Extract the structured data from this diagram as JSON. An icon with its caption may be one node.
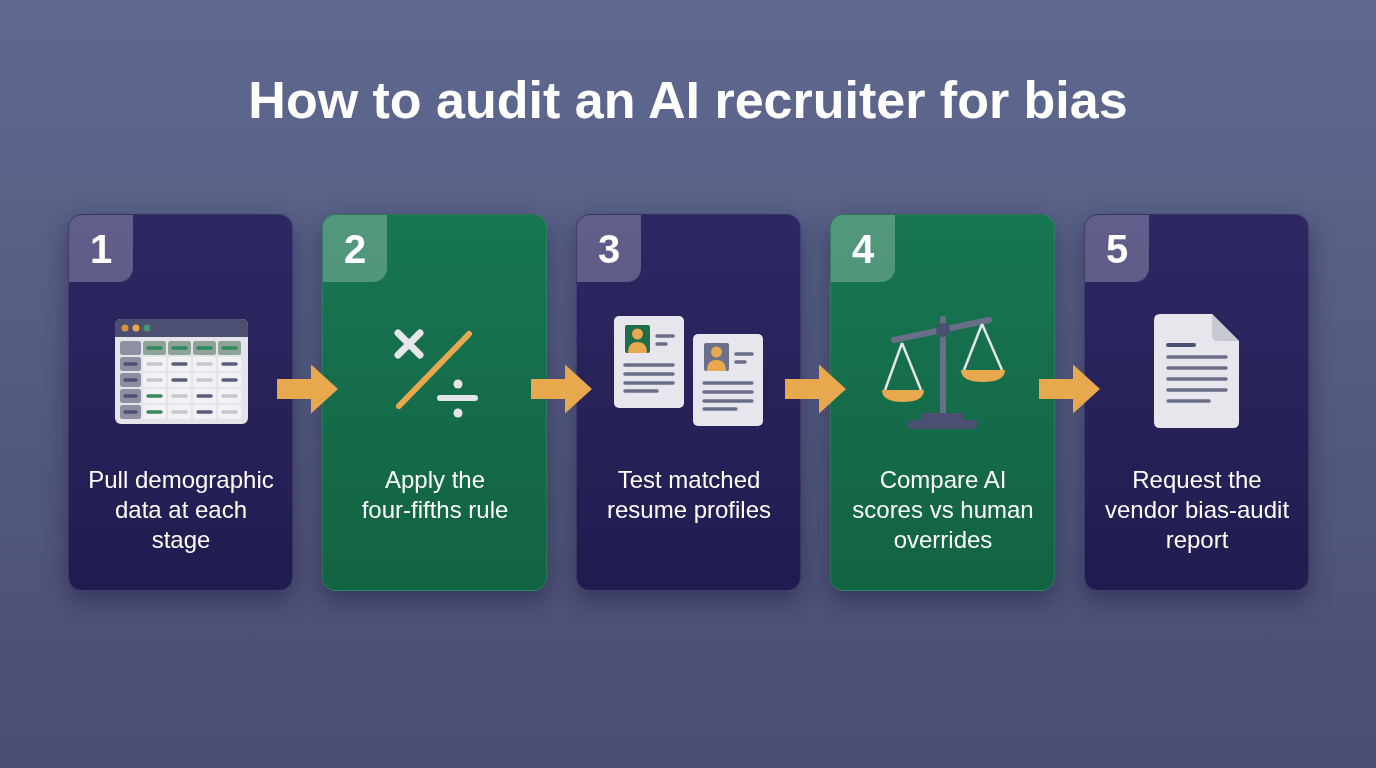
{
  "diagram": {
    "title": "How to audit an AI recruiter for bias",
    "nodes": [
      {
        "text": [
          "1",
          "Pull demographic data at each stage"
        ]
      },
      {
        "text": [
          "2",
          "Apply the four-fifths rule"
        ]
      },
      {
        "text": [
          "3",
          "Test matched resume profiles"
        ]
      },
      {
        "text": [
          "4",
          "Compare AI scores vs human overrides"
        ]
      },
      {
        "text": [
          "5",
          "Request the vendor bias-audit report"
        ]
      }
    ],
    "edges": [
      {
        "from": 0,
        "to": 1,
        "arrow": "to"
      },
      {
        "from": 1,
        "to": 2,
        "arrow": "to"
      },
      {
        "from": 2,
        "to": 3,
        "arrow": "to"
      },
      {
        "from": 3,
        "to": 4,
        "arrow": "to"
      }
    ]
  }
}
